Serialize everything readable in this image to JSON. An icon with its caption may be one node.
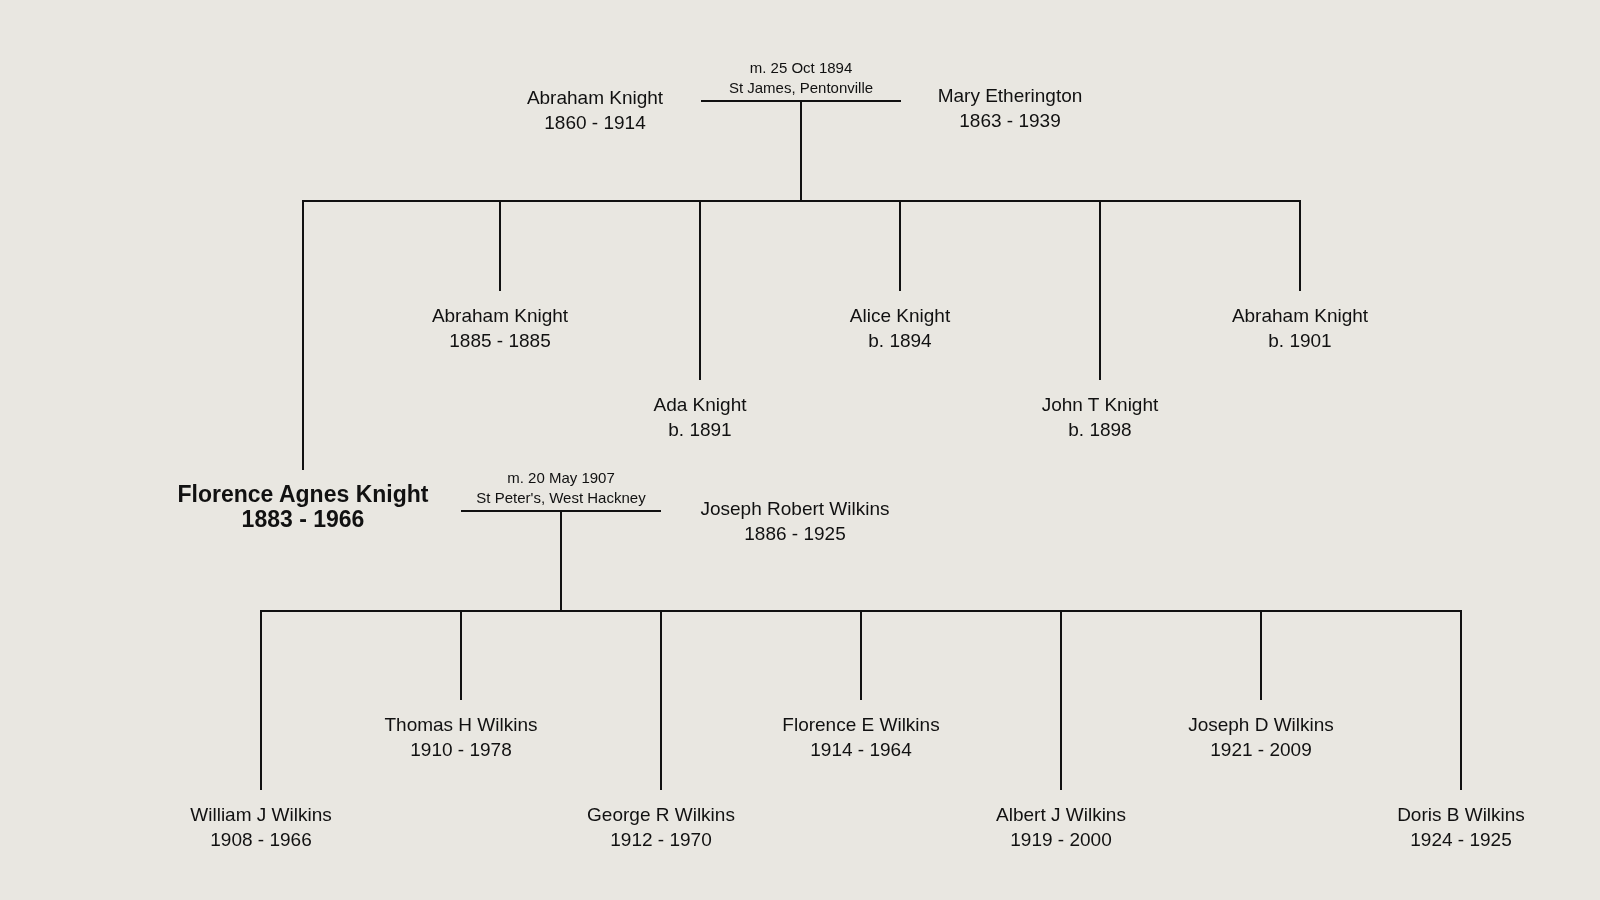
{
  "diagram": {
    "nodes": [
      {
        "text": [
          "Abraham Knight",
          "1860 - 1914"
        ]
      },
      {
        "text": [
          "m. 25 Oct 1894",
          "St James, Pentonville"
        ]
      },
      {
        "text": [
          "Mary Etherington",
          "1863 - 1939"
        ]
      },
      {
        "text": [
          "Florence Agnes Knight",
          "1883 - 1966"
        ]
      },
      {
        "text": [
          "Abraham Knight",
          "1885 - 1885"
        ]
      },
      {
        "text": [
          "Ada Knight",
          "b. 1891"
        ]
      },
      {
        "text": [
          "Alice Knight",
          "b. 1894"
        ]
      },
      {
        "text": [
          "John T Knight",
          "b. 1898"
        ]
      },
      {
        "text": [
          "Abraham Knight",
          "b. 1901"
        ]
      },
      {
        "text": [
          "m. 20 May 1907",
          "St Peter's, West Hackney"
        ]
      },
      {
        "text": [
          "Joseph Robert Wilkins",
          "1886 - 1925"
        ]
      },
      {
        "text": [
          "William J Wilkins",
          "1908 - 1966"
        ]
      },
      {
        "text": [
          "Thomas H Wilkins",
          "1910 - 1978"
        ]
      },
      {
        "text": [
          "George R Wilkins",
          "1912 - 1970"
        ]
      },
      {
        "text": [
          "Florence E Wilkins",
          "1914 - 1964"
        ]
      },
      {
        "text": [
          "Albert J Wilkins",
          "1919 - 2000"
        ]
      },
      {
        "text": [
          "Joseph D Wilkins",
          "1921 - 2009"
        ]
      },
      {
        "text": [
          "Doris B Wilkins",
          "1924 - 1925"
        ]
      }
    ],
    "edges": [
      {
        "from": 1,
        "to": 3,
        "arrow": "none"
      },
      {
        "from": 1,
        "to": 4,
        "arrow": "none"
      },
      {
        "from": 1,
        "to": 5,
        "arrow": "none"
      },
      {
        "from": 1,
        "to": 6,
        "arrow": "none"
      },
      {
        "from": 1,
        "to": 7,
        "arrow": "none"
      },
      {
        "from": 1,
        "to": 8,
        "arrow": "none"
      },
      {
        "from": 9,
        "to": 11,
        "arrow": "none"
      },
      {
        "from": 9,
        "to": 12,
        "arrow": "none"
      },
      {
        "from": 9,
        "to": 13,
        "arrow": "none"
      },
      {
        "from": 9,
        "to": 14,
        "arrow": "none"
      },
      {
        "from": 9,
        "to": 15,
        "arrow": "none"
      },
      {
        "from": 9,
        "to": 16,
        "arrow": "none"
      },
      {
        "from": 9,
        "to": 17,
        "arrow": "none"
      }
    ]
  }
}
